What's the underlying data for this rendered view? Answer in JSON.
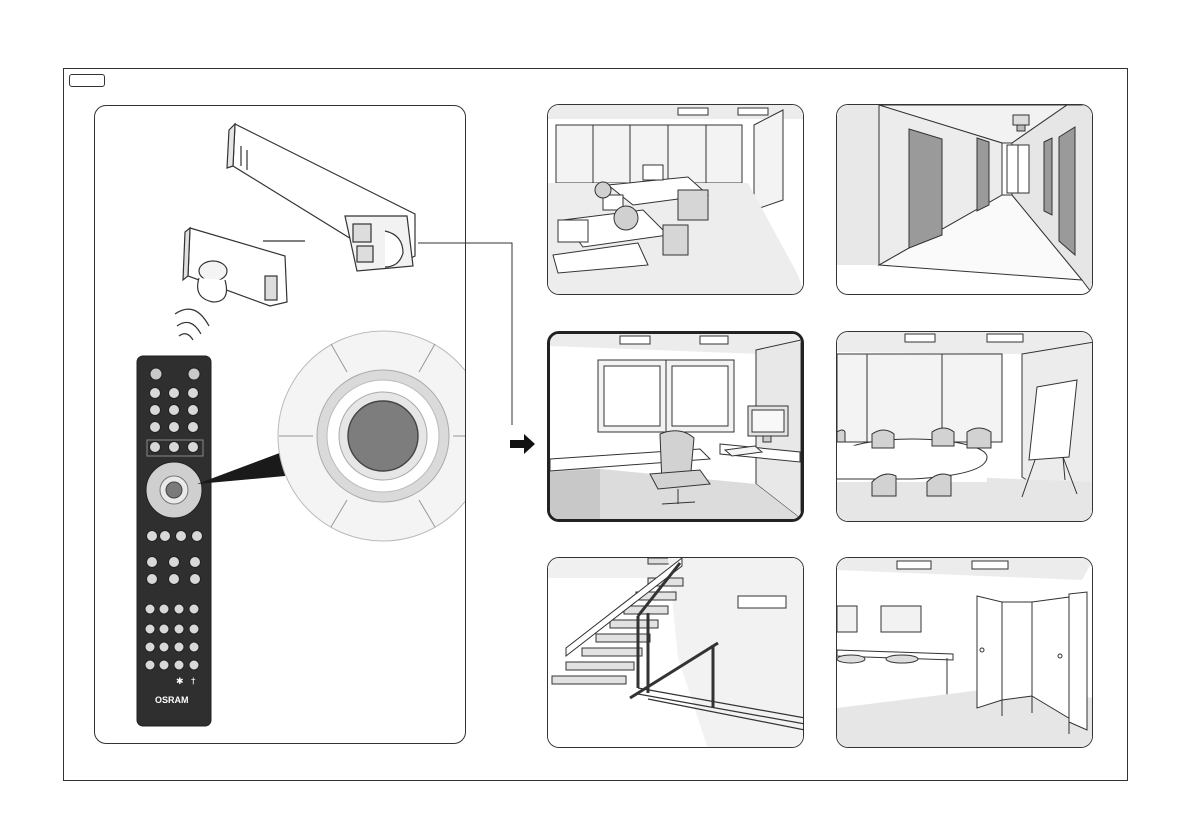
{
  "remote": {
    "brand": "OSRAM",
    "symbol_left": "✱",
    "symbol_right": "†"
  },
  "scenes": [
    {
      "id": "open-plan-office",
      "selected": false
    },
    {
      "id": "corridor",
      "selected": false
    },
    {
      "id": "single-office",
      "selected": true
    },
    {
      "id": "meeting-room",
      "selected": false
    },
    {
      "id": "staircase",
      "selected": false
    },
    {
      "id": "washroom",
      "selected": false
    }
  ],
  "colors": {
    "outline": "#333333",
    "remote_body": "#2f2f2f",
    "wall_grey": "#d9d9d9",
    "door_grey": "#9a9a9a"
  }
}
